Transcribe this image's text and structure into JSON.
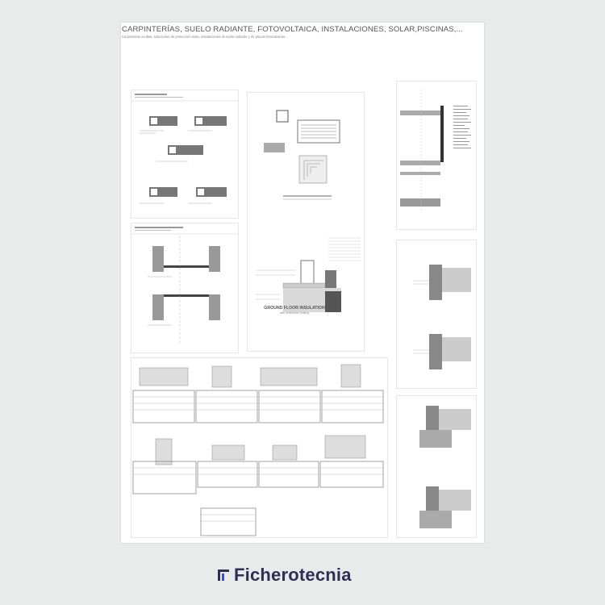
{
  "document": {
    "title": "CARPINTERÍAS, SUELO RADIANTE, FOTOVOLTAICA,  INSTALACIONES, SOLAR,PISCINAS,...",
    "subtitle": "Carpinterías ocultas, soluciones de protección solar, instalaciones de suelo radiante y de placas fotovoltaicas...",
    "ground_floor_label": "GROUND FLOOR INSULATION",
    "ground_floor_sublabel": "with underfloor heating"
  },
  "brand": {
    "name": "Ficherotecnia",
    "color": "#2f2f55",
    "accent": "#3a4fd0"
  }
}
